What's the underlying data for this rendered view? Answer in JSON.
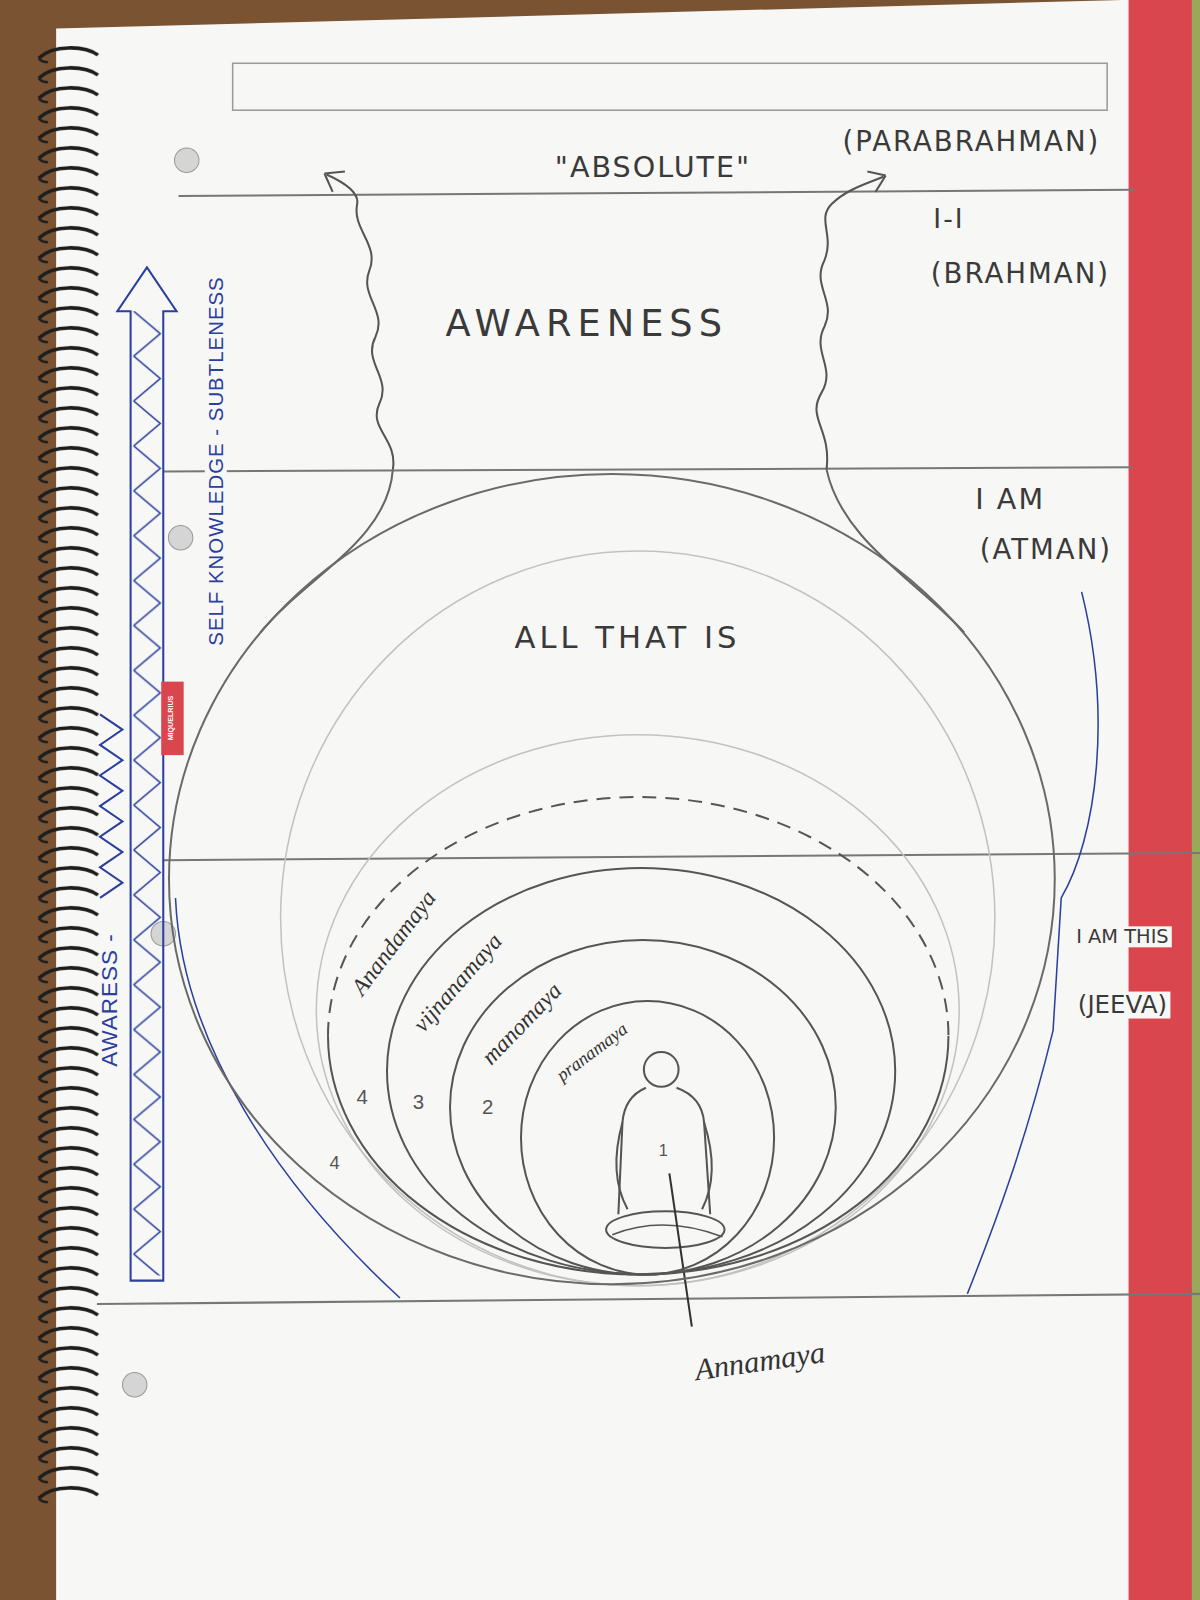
{
  "diagram": {
    "nodes": [
      {
        "text": [
          "ALL THAT IS"
        ]
      },
      {
        "text": [
          "Anandamaya"
        ],
        "in": 0
      },
      {
        "text": [
          "vijnanamaya"
        ],
        "in": 1
      },
      {
        "text": [
          "manomaya"
        ],
        "in": 2
      },
      {
        "text": [
          "pranamaya"
        ],
        "in": 3
      }
    ],
    "labels": [
      "\"ABSOLUTE\"",
      "(PARABRAHMAN)",
      "I-I",
      "(BRAHMAN)",
      "AWARENESS",
      "I AM",
      "(ATMAN)",
      "I AM THIS",
      "(JEEVA)",
      "AWARESS -",
      "SELF KNOWLEDGE - SUBTLENESS",
      "MIQUELRIUS",
      "4",
      "4",
      "3",
      "2",
      "1",
      "Annamaya"
    ]
  }
}
